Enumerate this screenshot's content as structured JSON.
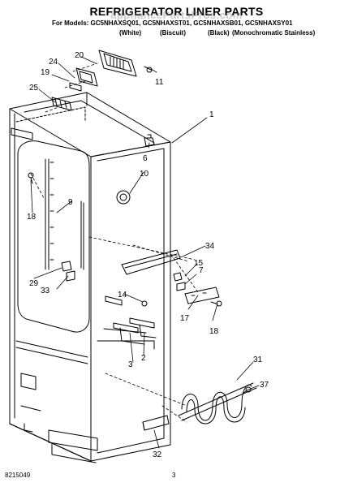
{
  "header": {
    "title": "REFRIGERATOR LINER PARTS",
    "models_line": "For Models: GC5NHAXSQ01, GC5NHAXST01, GC5NHAXSB01, GC5NHAXSY01",
    "variants": [
      "(White)",
      "(Biscuit)",
      "(Black)",
      "(Monochromatic Stainless)"
    ]
  },
  "watermark": "appliancePartsPros.com",
  "callouts": [
    "1",
    "2",
    "3",
    "6",
    "7",
    "9",
    "10",
    "11",
    "14",
    "15",
    "17",
    "18",
    "18",
    "19",
    "20",
    "24",
    "25",
    "29",
    "31",
    "32",
    "33",
    "34",
    "37"
  ],
  "footer": {
    "doc_number": "8215049",
    "page_number": "3"
  },
  "colors": {
    "line": "#000000",
    "background": "#ffffff"
  }
}
